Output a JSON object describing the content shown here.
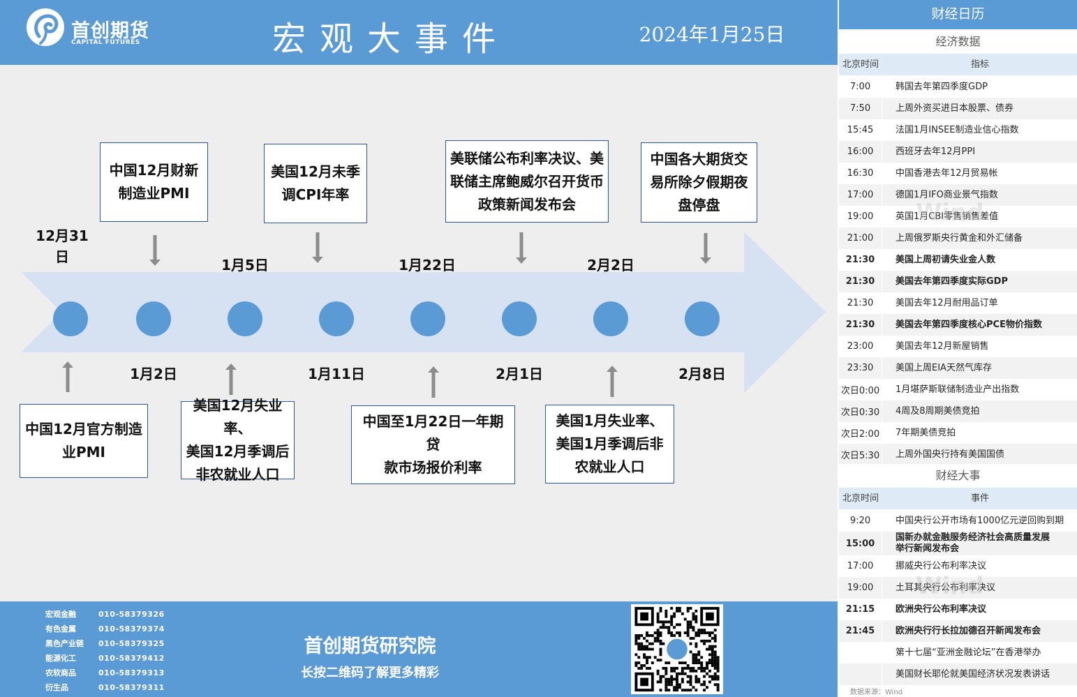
{
  "header": {
    "logo_cn": "首创期货",
    "logo_en": "CAPITAL FUTURES",
    "title": "宏观大事件",
    "date": "2024年1月25日"
  },
  "timeline": {
    "top_events": [
      {
        "text": "中国12月财新\n制造业PMI"
      },
      {
        "text": "美国12月未季\n调CPI年率"
      },
      {
        "text": "美联储公布利率决议、美\n联储主席鲍威尔召开货币\n政策新闻发布会"
      },
      {
        "text": "中国各大期货交\n易所除夕假期夜\n盘停盘"
      }
    ],
    "bottom_events": [
      {
        "text": "中国12月官方制造\n业PMI"
      },
      {
        "text": "美国12月失业率、\n美国12月季调后\n非农就业人口"
      },
      {
        "text": "中国至1月22日一年期贷\n款市场报价利率"
      },
      {
        "text": "美国1月失业率、\n美国1月季调后非\n农就业人口"
      }
    ],
    "upper_dates": [
      "12月31\n日",
      "1月5日",
      "1月22日",
      "2月2日"
    ],
    "lower_dates": [
      "1月2日",
      "1月11日",
      "2月1日",
      "2月8日"
    ]
  },
  "footer": {
    "contacts": [
      {
        "dept": "宏观金融",
        "phone": "010-58379326"
      },
      {
        "dept": "有色金属",
        "phone": "010-58379374"
      },
      {
        "dept": "黑色产业链",
        "phone": "010-58379325"
      },
      {
        "dept": "能源化工",
        "phone": "010-58379412"
      },
      {
        "dept": "农软商品",
        "phone": "010-58379313"
      },
      {
        "dept": "衍生品",
        "phone": "010-58379311"
      }
    ],
    "title": "首创期货研究院",
    "subtitle": "长按二维码了解更多精彩"
  },
  "calendar": {
    "title": "财经日历",
    "economic": {
      "title": "经济数据",
      "col_time": "北京时间",
      "col_text": "指标",
      "rows": [
        {
          "time": "7:00",
          "text": "韩国去年第四季度GDP",
          "bold": false
        },
        {
          "time": "7:50",
          "text": "上周外资买进日本股票、债券",
          "bold": false
        },
        {
          "time": "15:45",
          "text": "法国1月INSEE制造业信心指数",
          "bold": false
        },
        {
          "time": "16:00",
          "text": "西班牙去年12月PPI",
          "bold": false
        },
        {
          "time": "16:30",
          "text": "中国香港去年12月贸易帐",
          "bold": false
        },
        {
          "time": "17:00",
          "text": "德国1月IFO商业景气指数",
          "bold": false
        },
        {
          "time": "19:00",
          "text": "英国1月CBI零售销售差值",
          "bold": false
        },
        {
          "time": "21:00",
          "text": "上周俄罗斯央行黄金和外汇储备",
          "bold": false
        },
        {
          "time": "21:30",
          "text": "美国上周初请失业金人数",
          "bold": true
        },
        {
          "time": "21:30",
          "text": "美国去年第四季度实际GDP",
          "bold": true
        },
        {
          "time": "21:30",
          "text": "美国去年12月耐用品订单",
          "bold": false
        },
        {
          "time": "21:30",
          "text": "美国去年第四季度核心PCE物价指数",
          "bold": true
        },
        {
          "time": "23:00",
          "text": "美国去年12月新屋销售",
          "bold": false
        },
        {
          "time": "23:30",
          "text": "美国上周EIA天然气库存",
          "bold": false
        },
        {
          "time": "次日0:00",
          "text": "1月堪萨斯联储制造业产出指数",
          "bold": false
        },
        {
          "time": "次日0:30",
          "text": "4周及8周期美债竞拍",
          "bold": false
        },
        {
          "time": "次日2:00",
          "text": "7年期美债竞拍",
          "bold": false
        },
        {
          "time": "次日5:30",
          "text": "上周外国央行持有美国国债",
          "bold": false
        }
      ]
    },
    "events": {
      "title": "财经大事",
      "col_time": "北京时间",
      "col_text": "事件",
      "rows": [
        {
          "time": "9:20",
          "text": "中国央行公开市场有1000亿元逆回购到期",
          "bold": false
        },
        {
          "time": "15:00",
          "text": "国新办就金融服务经济社会高质量发展\n举行新闻发布会",
          "bold": true
        },
        {
          "time": "17:00",
          "text": "挪威央行公布利率决议",
          "bold": false
        },
        {
          "time": "19:00",
          "text": "土耳其央行公布利率决议",
          "bold": false
        },
        {
          "time": "21:15",
          "text": "欧洲央行公布利率决议",
          "bold": true
        },
        {
          "time": "21:45",
          "text": "欧洲央行行长拉加德召开新闻发布会",
          "bold": true
        },
        {
          "time": "",
          "text": "第十七届“亚洲金融论坛”在香港举办",
          "bold": false
        },
        {
          "time": "",
          "text": "美国财长耶伦就美国经济状况发表讲话",
          "bold": false
        }
      ]
    },
    "source": "数据来源：Wind",
    "watermark": "Wind"
  },
  "colors": {
    "brand_blue": "#5b9bd5",
    "arrow_fill": "#d6e1f2",
    "node_fill": "#5b9bd5",
    "box_border": "#2f5597",
    "pointer_grey": "#8c8c8c"
  }
}
